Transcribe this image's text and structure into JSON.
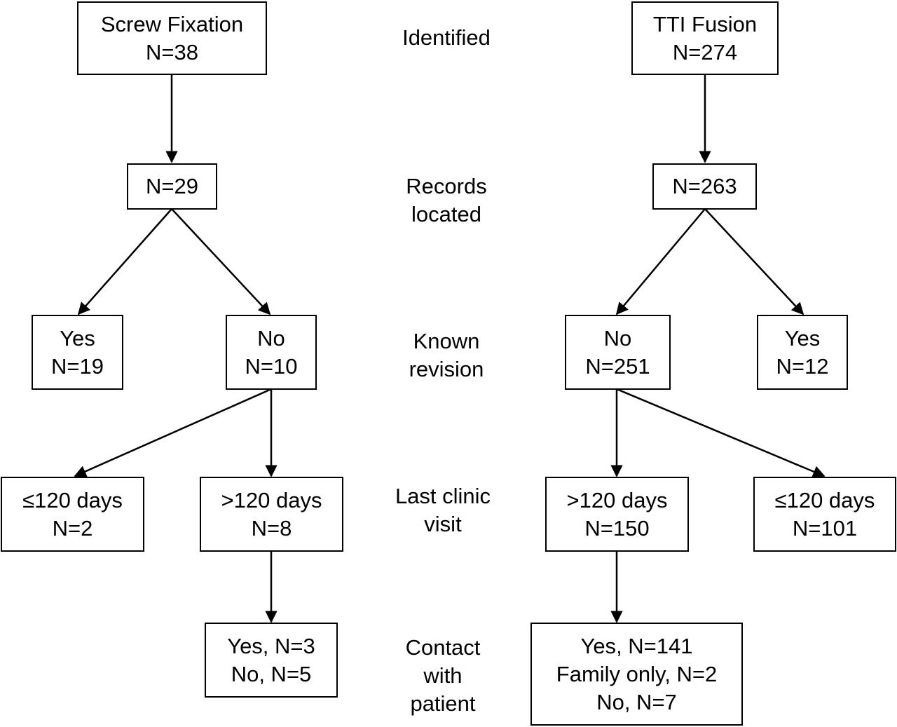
{
  "stages": {
    "identified": [
      "Identified"
    ],
    "records": [
      "Records",
      "located"
    ],
    "revision": [
      "Known",
      "revision"
    ],
    "clinic": [
      "Last clinic",
      "visit"
    ],
    "contact": [
      "Contact",
      "with",
      "patient"
    ]
  },
  "screw": {
    "identified": [
      "Screw Fixation",
      "N=38"
    ],
    "records": [
      "N=29"
    ],
    "revision_yes": [
      "Yes",
      "N=19"
    ],
    "revision_no": [
      "No",
      "N=10"
    ],
    "clinic_short": [
      "≤120 days",
      "N=2"
    ],
    "clinic_long": [
      ">120 days",
      "N=8"
    ],
    "contact": [
      "Yes, N=3",
      "No, N=5"
    ]
  },
  "tti": {
    "identified": [
      "TTI Fusion",
      "N=274"
    ],
    "records": [
      "N=263"
    ],
    "revision_no": [
      "No",
      "N=251"
    ],
    "revision_yes": [
      "Yes",
      "N=12"
    ],
    "clinic_long": [
      ">120 days",
      "N=150"
    ],
    "clinic_short": [
      "≤120 days",
      "N=101"
    ],
    "contact": [
      "Yes, N=141",
      "Family only, N=2",
      "No, N=7"
    ]
  }
}
